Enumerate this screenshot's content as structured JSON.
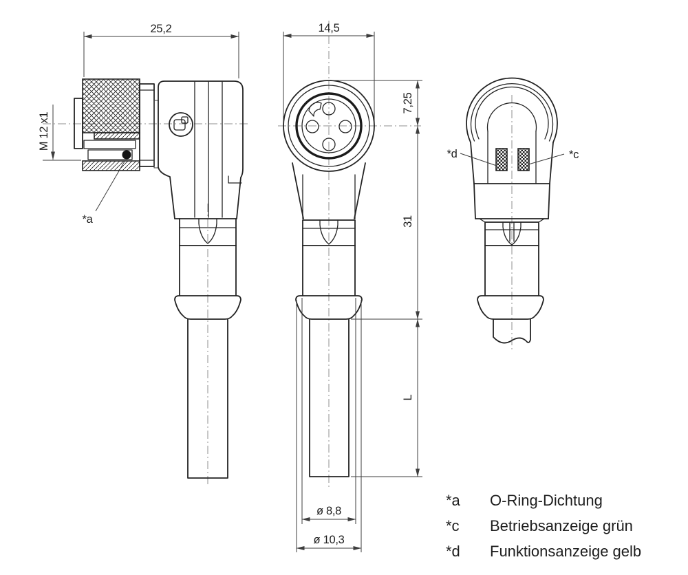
{
  "drawing": {
    "dimensions": {
      "side_width": "25,2",
      "front_width": "14,5",
      "thread": "M 12 x1",
      "face_offset": "7,25",
      "head_length": "31",
      "cable_length": "L",
      "dia_small": "ø 8,8",
      "dia_large": "ø 10,3"
    },
    "callouts": {
      "a": "*a",
      "c": "*c",
      "d": "*d"
    },
    "legend": {
      "items": [
        {
          "symbol": "*a",
          "label": "O-Ring-Dichtung"
        },
        {
          "symbol": "*c",
          "label": "Betriebsanzeige grün"
        },
        {
          "symbol": "*d",
          "label": "Funktionsanzeige gelb"
        }
      ]
    },
    "colors": {
      "object_line": "#232323",
      "thin_line": "#3d3d3d",
      "centerline": "#8f8f8f",
      "background": "#ffffff",
      "o_ring": "#141414"
    }
  }
}
